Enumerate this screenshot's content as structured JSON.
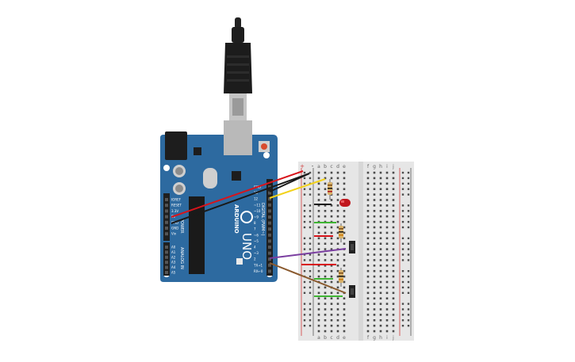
{
  "board": {
    "brand": "ARDUINO",
    "model": "UNO",
    "digital_label": "DIGITAL (PWM~)",
    "power_label": "POWER",
    "analog_label": "ANALOG IN",
    "digital_pins": [
      "GND",
      "13",
      "12",
      "~11",
      "~10",
      "~9",
      "8",
      "7",
      "~6",
      "~5",
      "4",
      "~3",
      "2",
      "TX→1",
      "RX←0"
    ],
    "power_pins": [
      "IOREF",
      "RESET",
      "3.3V",
      "5V",
      "GND",
      "GND",
      "Vin"
    ],
    "analog_pins": [
      "A0",
      "A1",
      "A2",
      "A3",
      "A4",
      "A5"
    ]
  },
  "breadboard": {
    "col_letters_left": [
      "a",
      "b",
      "c",
      "d",
      "e"
    ],
    "col_letters_right": [
      "f",
      "g",
      "h",
      "i",
      "j"
    ],
    "rail_plus": "+",
    "rail_minus": "-",
    "row_count": 30
  },
  "colors": {
    "board": "#2d6aa0",
    "board_dark": "#1f4f7a",
    "breadboard": "#e6e6e6",
    "wire_red": "#d8141b",
    "wire_black": "#1a1a1a",
    "wire_yellow": "#f2d21b",
    "wire_green": "#3fb534",
    "wire_purple": "#7a3ea0",
    "wire_brown": "#8a5a2e",
    "led_red": "#c0171d"
  }
}
